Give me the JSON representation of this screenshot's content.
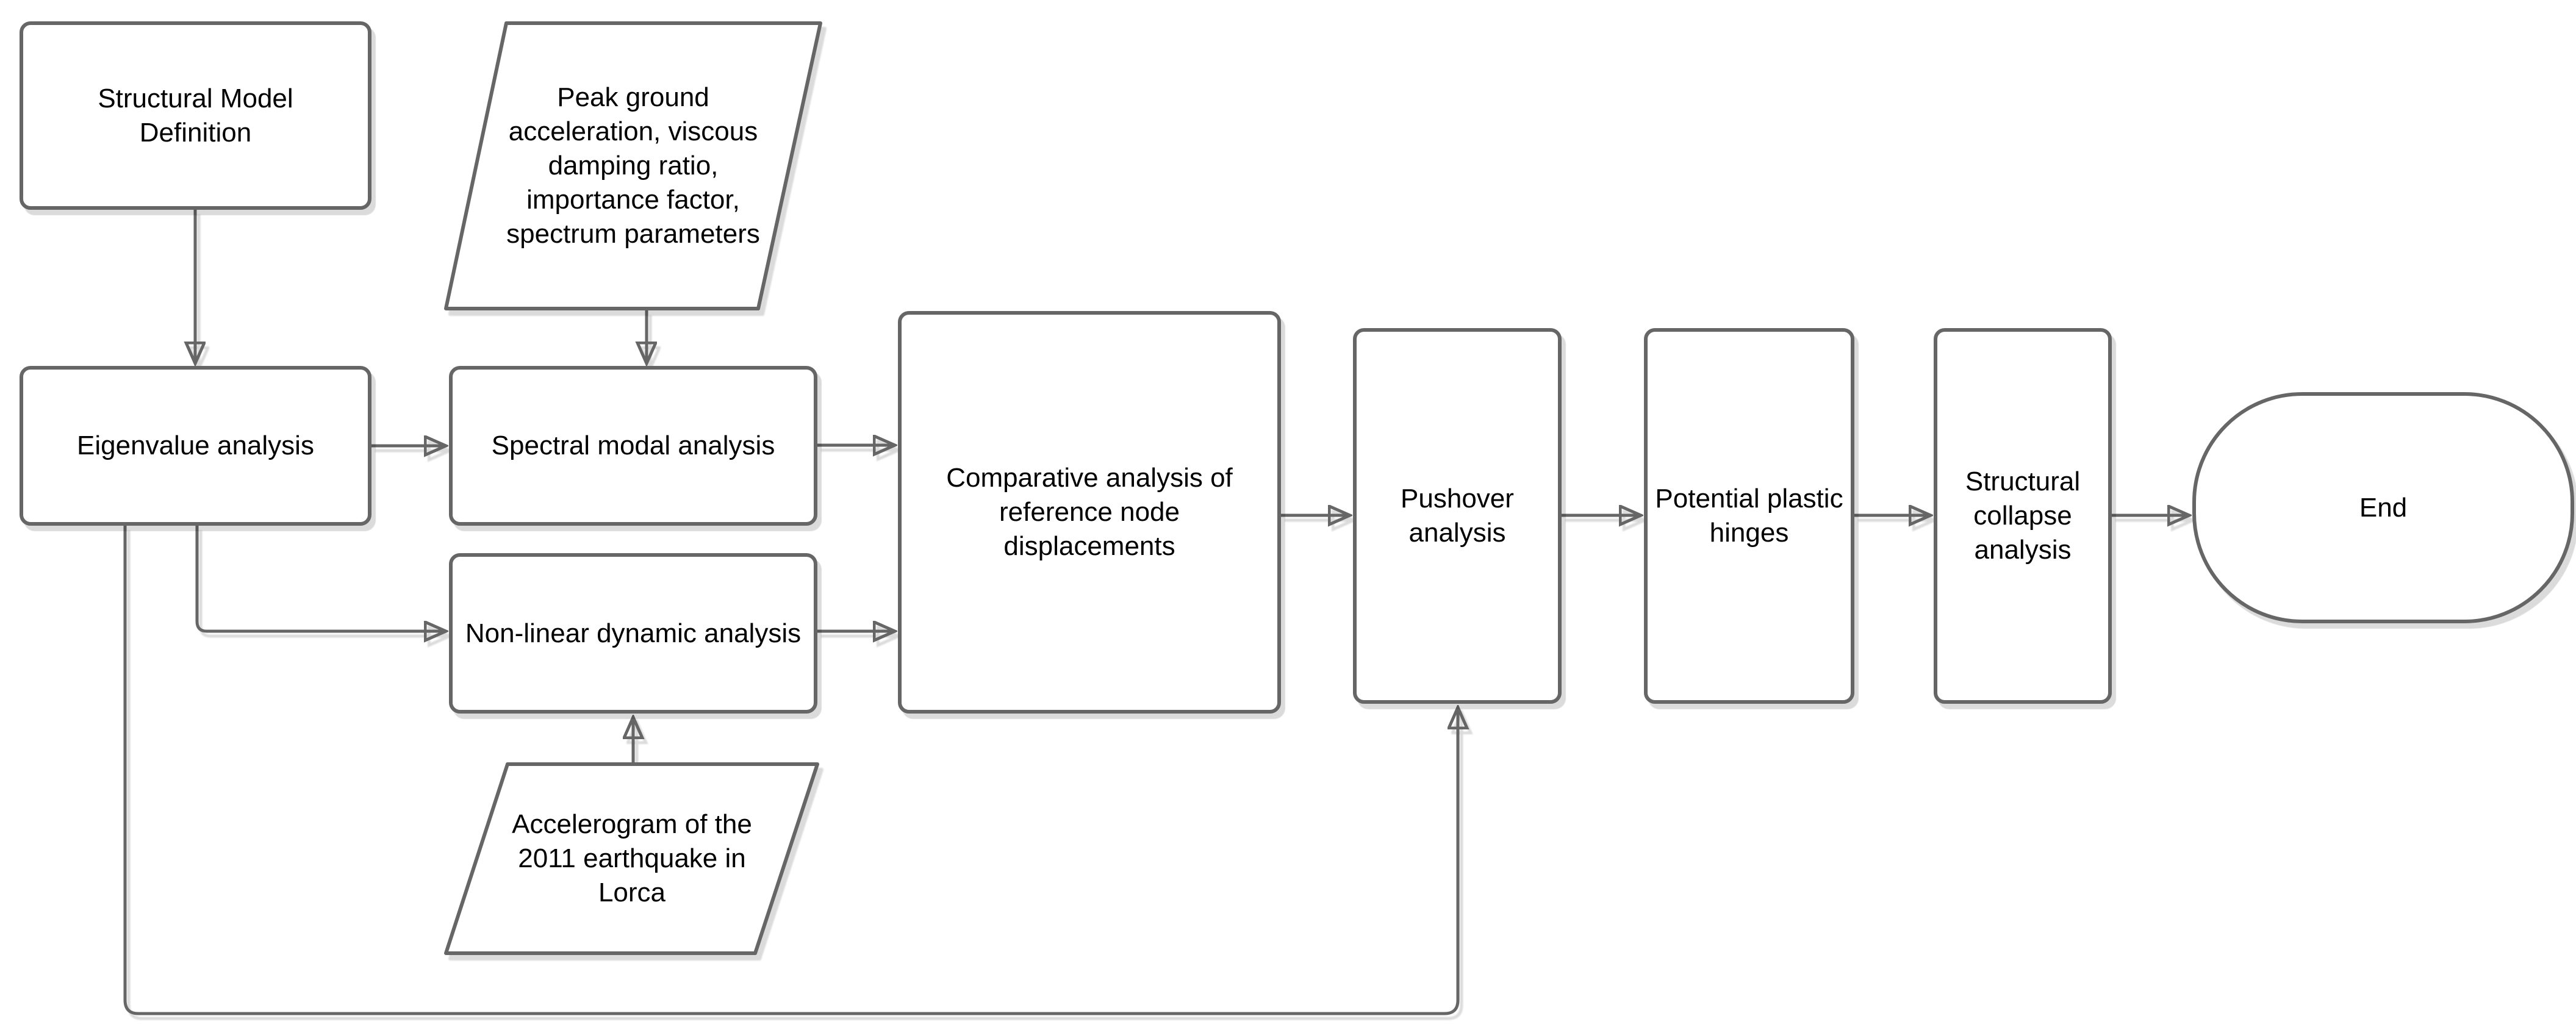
{
  "diagram": {
    "background": "#ffffff",
    "shape_fill": "#ffffff",
    "stroke_color": "#666666",
    "text_color": "#000000",
    "nodes": [
      {
        "id": "structural-model-definition",
        "shape": "rounded-rectangle",
        "label": "Structural Model Definition"
      },
      {
        "id": "pga-input",
        "shape": "parallelogram",
        "label": "Peak ground acceleration, viscous damping ratio, importance factor, spectrum parameters"
      },
      {
        "id": "eigenvalue-analysis",
        "shape": "rounded-rectangle",
        "label": "Eigenvalue analysis"
      },
      {
        "id": "spectral-modal-analysis",
        "shape": "rounded-rectangle",
        "label": "Spectral modal analysis"
      },
      {
        "id": "comparative-analysis",
        "shape": "rounded-rectangle",
        "label": "Comparative analysis of reference node displacements"
      },
      {
        "id": "pushover-analysis",
        "shape": "rounded-rectangle",
        "label": "Pushover analysis"
      },
      {
        "id": "potential-plastic-hinges",
        "shape": "rounded-rectangle",
        "label": "Potential plastic hinges"
      },
      {
        "id": "structural-collapse-analysis",
        "shape": "rounded-rectangle",
        "label": "Structural collapse analysis"
      },
      {
        "id": "end",
        "shape": "terminator",
        "label": "End"
      },
      {
        "id": "non-linear-dynamic-analysis",
        "shape": "rounded-rectangle",
        "label": "Non-linear dynamic analysis"
      },
      {
        "id": "accelerogram-lorca",
        "shape": "parallelogram",
        "label": "Accelerogram of the 2011 earthquake in Lorca"
      }
    ],
    "edges": [
      {
        "from": "structural-model-definition",
        "to": "eigenvalue-analysis"
      },
      {
        "from": "pga-input",
        "to": "spectral-modal-analysis"
      },
      {
        "from": "eigenvalue-analysis",
        "to": "spectral-modal-analysis"
      },
      {
        "from": "eigenvalue-analysis",
        "to": "non-linear-dynamic-analysis"
      },
      {
        "from": "spectral-modal-analysis",
        "to": "comparative-analysis"
      },
      {
        "from": "non-linear-dynamic-analysis",
        "to": "comparative-analysis"
      },
      {
        "from": "accelerogram-lorca",
        "to": "non-linear-dynamic-analysis"
      },
      {
        "from": "comparative-analysis",
        "to": "pushover-analysis"
      },
      {
        "from": "eigenvalue-analysis",
        "to": "pushover-analysis"
      },
      {
        "from": "pushover-analysis",
        "to": "potential-plastic-hinges"
      },
      {
        "from": "potential-plastic-hinges",
        "to": "structural-collapse-analysis"
      },
      {
        "from": "structural-collapse-analysis",
        "to": "end"
      }
    ]
  }
}
